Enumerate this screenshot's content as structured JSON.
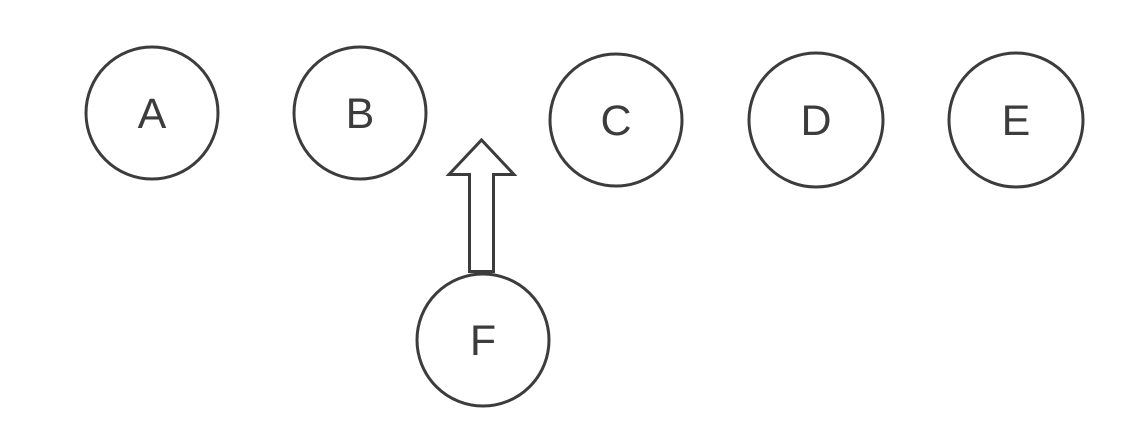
{
  "diagram": {
    "title": "insertion-diagram",
    "background_color": "#ffffff",
    "stroke_color": "#3c3c3c",
    "text_color": "#3c3c3c",
    "nodes": [
      {
        "label": "A"
      },
      {
        "label": "B"
      },
      {
        "label": "C"
      },
      {
        "label": "D"
      },
      {
        "label": "E"
      }
    ],
    "inserted_node": {
      "label": "F"
    },
    "arrow": {
      "type": "block-arrow-outline",
      "direction": "up",
      "from_node": "F",
      "points_between": "B and C"
    }
  }
}
